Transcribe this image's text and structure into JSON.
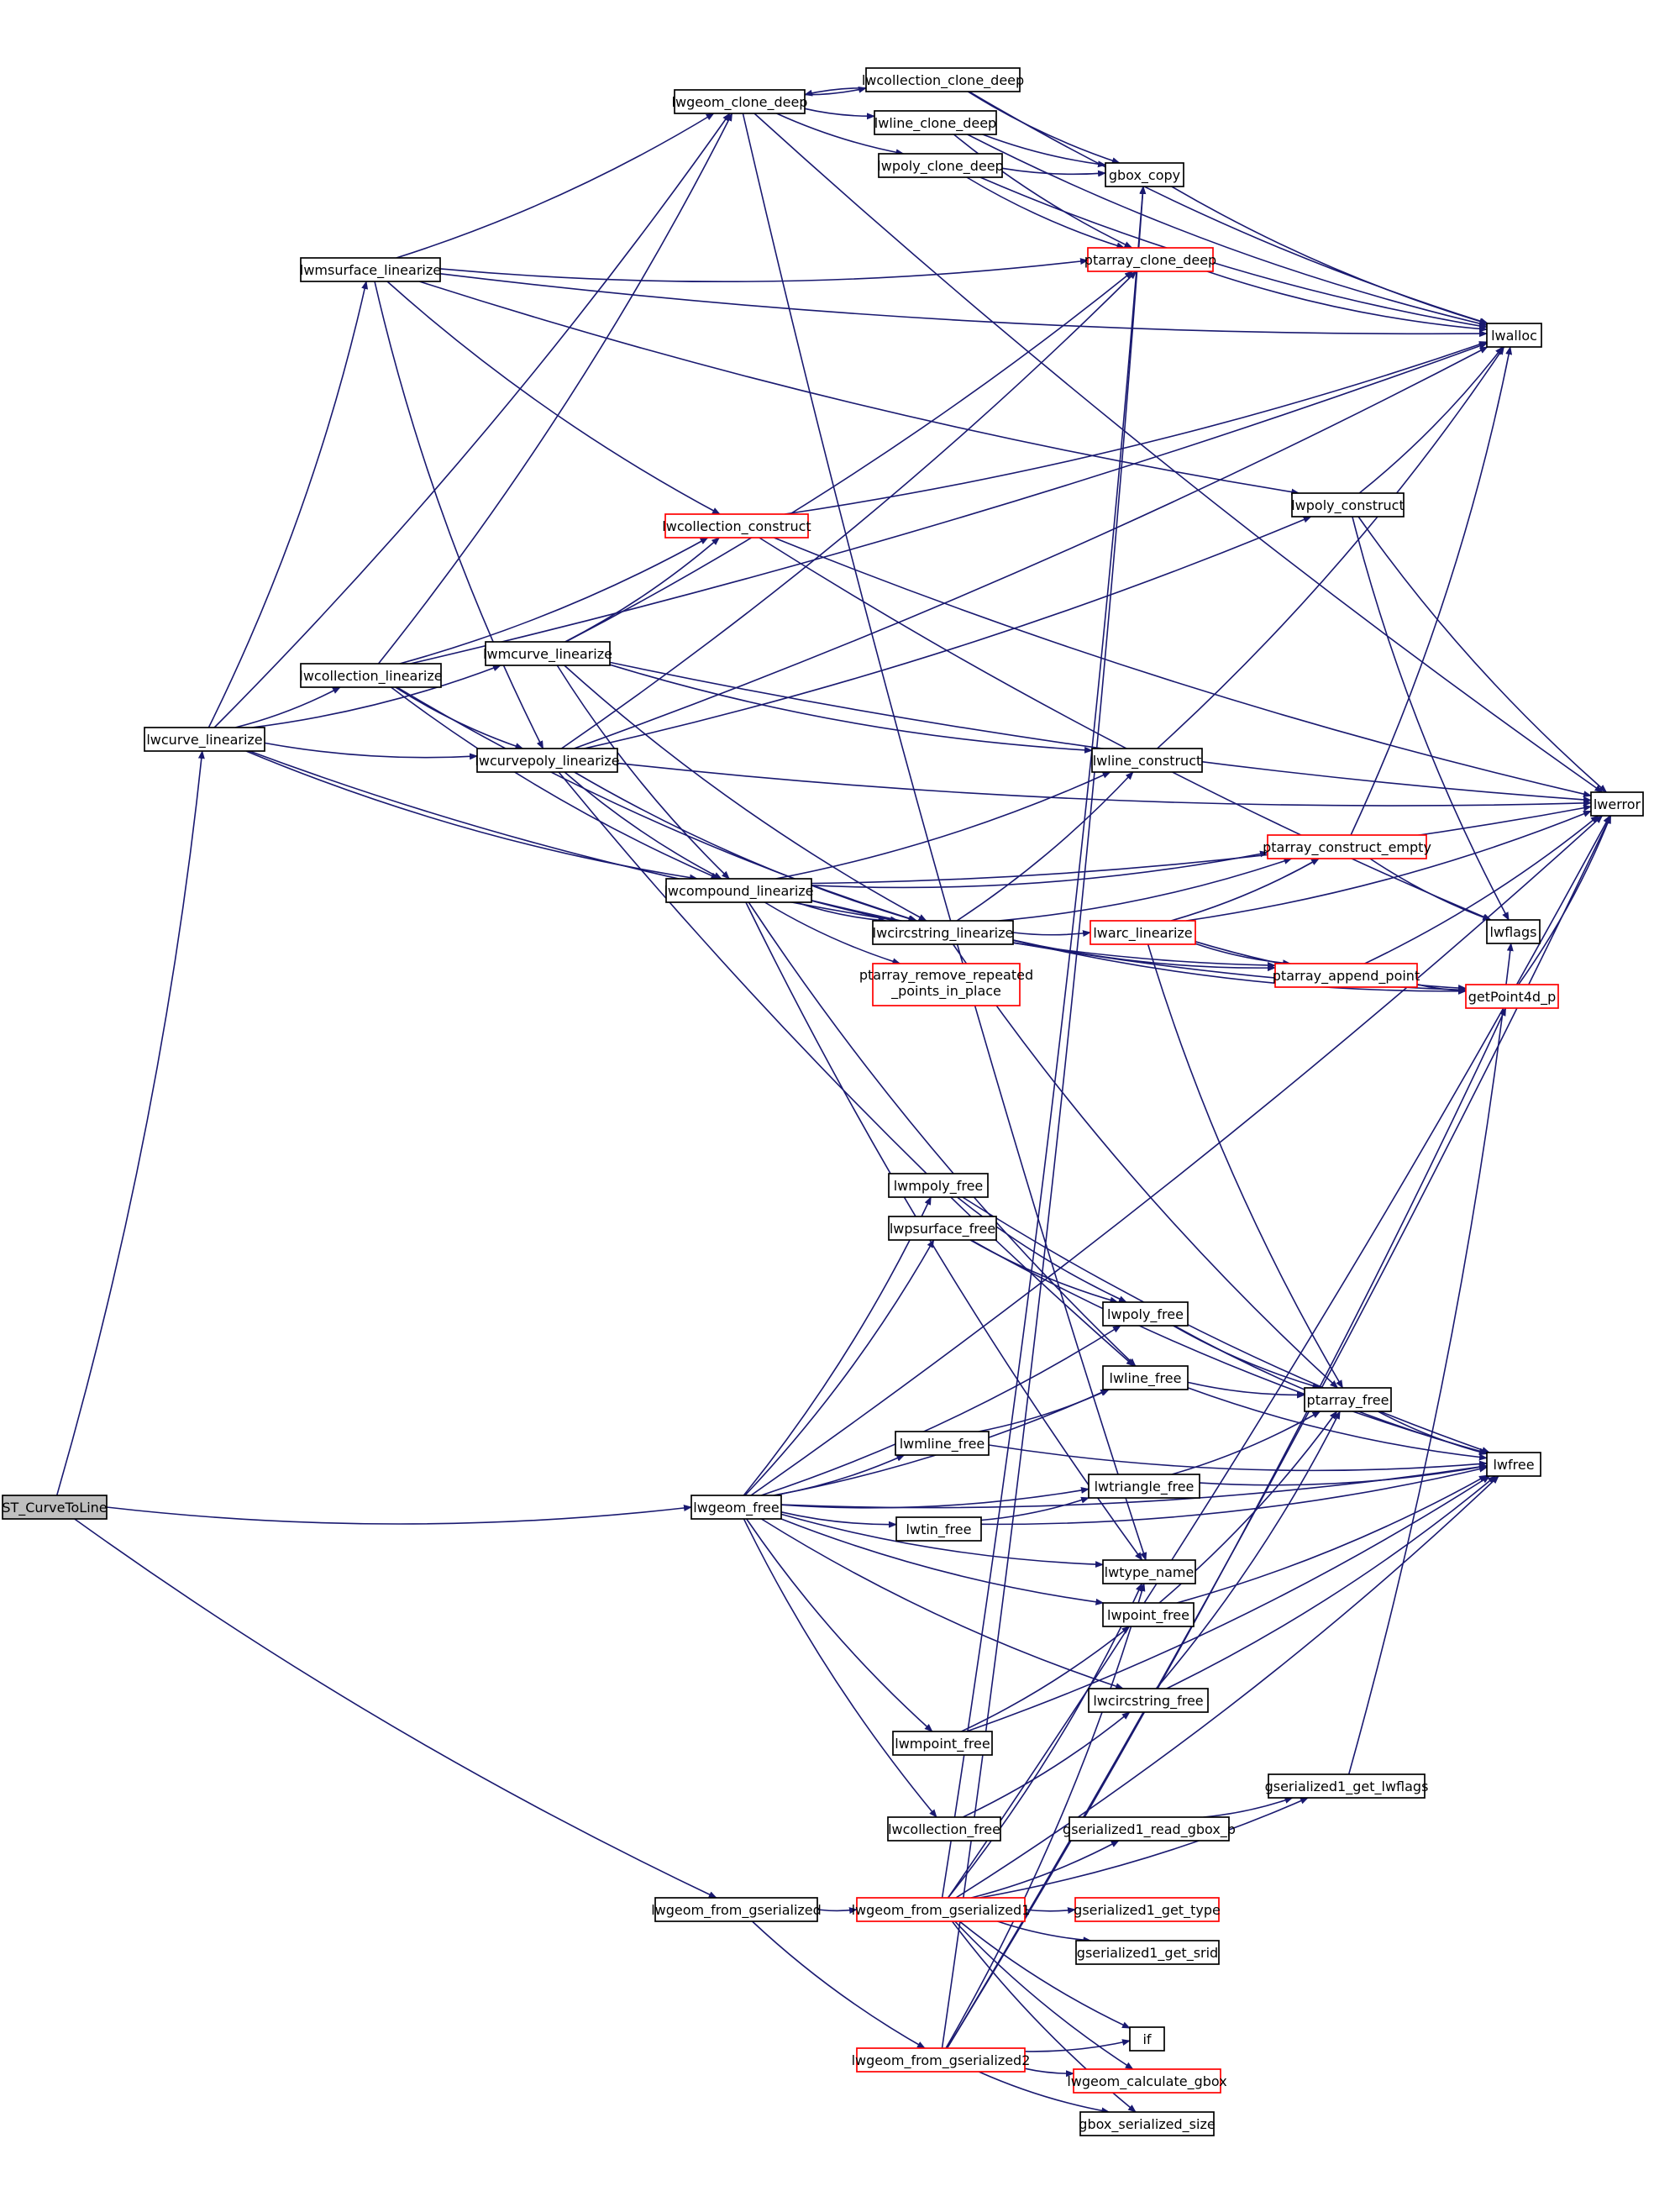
{
  "diagram": {
    "title": "",
    "colors": {
      "edge": "#191970",
      "border_normal": "#000000",
      "border_truncated": "#ff0000",
      "fill_normal": "#ffffff",
      "fill_root": "#bfbfbf",
      "text": "#000000"
    },
    "nodes": [
      {
        "id": "ST_CurveToLine",
        "label": "ST_CurveToLine",
        "style": "root"
      },
      {
        "id": "lwcurve_linearize",
        "label": "lwcurve_linearize",
        "style": "normal"
      },
      {
        "id": "lwgeom_free",
        "label": "lwgeom_free",
        "style": "normal"
      },
      {
        "id": "lwgeom_from_gserialized",
        "label": "lwgeom_from_gserialized",
        "style": "normal"
      },
      {
        "id": "lwmsurface_linearize",
        "label": "lwmsurface_linearize",
        "style": "normal"
      },
      {
        "id": "lwcollection_linearize",
        "label": "lwcollection_linearize",
        "style": "normal"
      },
      {
        "id": "lwmcurve_linearize",
        "label": "lwmcurve_linearize",
        "style": "normal"
      },
      {
        "id": "lwcurvepoly_linearize",
        "label": "lwcurvepoly_linearize",
        "style": "normal"
      },
      {
        "id": "lwcompound_linearize",
        "label": "lwcompound_linearize",
        "style": "normal"
      },
      {
        "id": "lwgeom_clone_deep",
        "label": "lwgeom_clone_deep",
        "style": "normal"
      },
      {
        "id": "lwcollection_clone_deep",
        "label": "lwcollection_clone_deep",
        "style": "normal"
      },
      {
        "id": "lwline_clone_deep",
        "label": "lwline_clone_deep",
        "style": "normal"
      },
      {
        "id": "lwpoly_clone_deep",
        "label": "lwpoly_clone_deep",
        "style": "normal"
      },
      {
        "id": "gbox_copy",
        "label": "gbox_copy",
        "style": "normal"
      },
      {
        "id": "ptarray_clone_deep",
        "label": "ptarray_clone_deep",
        "style": "truncated"
      },
      {
        "id": "lwalloc",
        "label": "lwalloc",
        "style": "normal"
      },
      {
        "id": "lwerror",
        "label": "lwerror",
        "style": "normal"
      },
      {
        "id": "lwpoly_construct",
        "label": "lwpoly_construct",
        "style": "normal"
      },
      {
        "id": "lwcollection_construct",
        "label": "lwcollection_construct",
        "style": "truncated"
      },
      {
        "id": "lwline_construct",
        "label": "lwline_construct",
        "style": "normal"
      },
      {
        "id": "ptarray_construct_empty",
        "label": "ptarray_construct_empty",
        "style": "truncated"
      },
      {
        "id": "lwflags",
        "label": "lwflags",
        "style": "normal"
      },
      {
        "id": "lwcircstring_linearize",
        "label": "lwcircstring_linearize",
        "style": "normal"
      },
      {
        "id": "lwarc_linearize",
        "label": "lwarc_linearize",
        "style": "truncated"
      },
      {
        "id": "ptarray_append_point",
        "label": "ptarray_append_point",
        "style": "truncated"
      },
      {
        "id": "getPoint4d_p",
        "label": "getPoint4d_p",
        "style": "truncated"
      },
      {
        "id": "ptarray_remove_repeated_points_in_place",
        "label": "ptarray_remove_repeated",
        "label2": "_points_in_place",
        "style": "truncated"
      },
      {
        "id": "lwmpoly_free",
        "label": "lwmpoly_free",
        "style": "normal"
      },
      {
        "id": "lwpsurface_free",
        "label": "lwpsurface_free",
        "style": "normal"
      },
      {
        "id": "lwpoly_free",
        "label": "lwpoly_free",
        "style": "normal"
      },
      {
        "id": "lwline_free",
        "label": "lwline_free",
        "style": "normal"
      },
      {
        "id": "ptarray_free",
        "label": "ptarray_free",
        "style": "normal"
      },
      {
        "id": "lwmline_free",
        "label": "lwmline_free",
        "style": "normal"
      },
      {
        "id": "lwfree",
        "label": "lwfree",
        "style": "normal"
      },
      {
        "id": "lwtriangle_free",
        "label": "lwtriangle_free",
        "style": "normal"
      },
      {
        "id": "lwtin_free",
        "label": "lwtin_free",
        "style": "normal"
      },
      {
        "id": "lwtype_name",
        "label": "lwtype_name",
        "style": "normal"
      },
      {
        "id": "lwpoint_free",
        "label": "lwpoint_free",
        "style": "normal"
      },
      {
        "id": "lwcircstring_free",
        "label": "lwcircstring_free",
        "style": "normal"
      },
      {
        "id": "lwmpoint_free",
        "label": "lwmpoint_free",
        "style": "normal"
      },
      {
        "id": "gserialized1_get_lwflags",
        "label": "gserialized1_get_lwflags",
        "style": "normal"
      },
      {
        "id": "gserialized1_read_gbox_p",
        "label": "gserialized1_read_gbox_p",
        "style": "normal"
      },
      {
        "id": "lwcollection_free",
        "label": "lwcollection_free",
        "style": "normal"
      },
      {
        "id": "lwgeom_from_gserialized1",
        "label": "lwgeom_from_gserialized1",
        "style": "truncated"
      },
      {
        "id": "gserialized1_get_type",
        "label": "gserialized1_get_type",
        "style": "truncated"
      },
      {
        "id": "gserialized1_get_srid",
        "label": "gserialized1_get_srid",
        "style": "normal"
      },
      {
        "id": "if",
        "label": "if",
        "style": "normal"
      },
      {
        "id": "lwgeom_from_gserialized2",
        "label": "lwgeom_from_gserialized2",
        "style": "truncated"
      },
      {
        "id": "lwgeom_calculate_gbox",
        "label": "lwgeom_calculate_gbox",
        "style": "truncated"
      },
      {
        "id": "gbox_serialized_size",
        "label": "gbox_serialized_size",
        "style": "normal"
      }
    ],
    "edges": [
      [
        "ST_CurveToLine",
        "lwcurve_linearize"
      ],
      [
        "ST_CurveToLine",
        "lwgeom_free"
      ],
      [
        "ST_CurveToLine",
        "lwgeom_from_gserialized"
      ],
      [
        "lwcurve_linearize",
        "lwmsurface_linearize"
      ],
      [
        "lwcurve_linearize",
        "lwgeom_clone_deep"
      ],
      [
        "lwcurve_linearize",
        "lwcollection_linearize"
      ],
      [
        "lwcurve_linearize",
        "lwmcurve_linearize"
      ],
      [
        "lwcurve_linearize",
        "lwcurvepoly_linearize"
      ],
      [
        "lwcurve_linearize",
        "lwcompound_linearize"
      ],
      [
        "lwcurve_linearize",
        "lwcircstring_linearize"
      ],
      [
        "lwmsurface_linearize",
        "lwgeom_clone_deep"
      ],
      [
        "lwmsurface_linearize",
        "lwalloc"
      ],
      [
        "lwmsurface_linearize",
        "ptarray_clone_deep"
      ],
      [
        "lwmsurface_linearize",
        "lwpoly_construct"
      ],
      [
        "lwmsurface_linearize",
        "lwcollection_construct"
      ],
      [
        "lwmsurface_linearize",
        "lwcurvepoly_linearize"
      ],
      [
        "lwcollection_linearize",
        "lwgeom_clone_deep"
      ],
      [
        "lwcollection_linearize",
        "lwalloc"
      ],
      [
        "lwcollection_linearize",
        "lwcollection_construct"
      ],
      [
        "lwcollection_linearize",
        "lwcurvepoly_linearize"
      ],
      [
        "lwcollection_linearize",
        "lwcompound_linearize"
      ],
      [
        "lwcollection_linearize",
        "lwcircstring_linearize"
      ],
      [
        "lwmcurve_linearize",
        "ptarray_clone_deep"
      ],
      [
        "lwmcurve_linearize",
        "lwcollection_construct"
      ],
      [
        "lwmcurve_linearize",
        "lwerror"
      ],
      [
        "lwmcurve_linearize",
        "lwline_construct"
      ],
      [
        "lwmcurve_linearize",
        "lwcompound_linearize"
      ],
      [
        "lwmcurve_linearize",
        "lwcircstring_linearize"
      ],
      [
        "lwcurvepoly_linearize",
        "lwalloc"
      ],
      [
        "lwcurvepoly_linearize",
        "ptarray_clone_deep"
      ],
      [
        "lwcurvepoly_linearize",
        "lwpoly_construct"
      ],
      [
        "lwcurvepoly_linearize",
        "lwerror"
      ],
      [
        "lwcurvepoly_linearize",
        "lwcompound_linearize"
      ],
      [
        "lwcurvepoly_linearize",
        "lwcircstring_linearize"
      ],
      [
        "lwcurvepoly_linearize",
        "lwline_free"
      ],
      [
        "lwcompound_linearize",
        "lwline_construct"
      ],
      [
        "lwcompound_linearize",
        "lwerror"
      ],
      [
        "lwcompound_linearize",
        "ptarray_construct_empty"
      ],
      [
        "lwcompound_linearize",
        "lwcircstring_linearize"
      ],
      [
        "lwcompound_linearize",
        "ptarray_remove_repeated_points_in_place"
      ],
      [
        "lwcompound_linearize",
        "ptarray_append_point"
      ],
      [
        "lwcompound_linearize",
        "getPoint4d_p"
      ],
      [
        "lwcompound_linearize",
        "lwline_free"
      ],
      [
        "lwcompound_linearize",
        "lwtype_name"
      ],
      [
        "lwgeom_clone_deep",
        "lwcollection_clone_deep"
      ],
      [
        "lwgeom_clone_deep",
        "lwline_clone_deep"
      ],
      [
        "lwgeom_clone_deep",
        "lwpoly_clone_deep"
      ],
      [
        "lwgeom_clone_deep",
        "lwerror"
      ],
      [
        "lwgeom_clone_deep",
        "lwtype_name"
      ],
      [
        "lwcollection_clone_deep",
        "lwgeom_clone_deep"
      ],
      [
        "lwcollection_clone_deep",
        "gbox_copy"
      ],
      [
        "lwcollection_clone_deep",
        "lwalloc"
      ],
      [
        "lwline_clone_deep",
        "gbox_copy"
      ],
      [
        "lwline_clone_deep",
        "ptarray_clone_deep"
      ],
      [
        "lwline_clone_deep",
        "lwalloc"
      ],
      [
        "lwpoly_clone_deep",
        "gbox_copy"
      ],
      [
        "lwpoly_clone_deep",
        "ptarray_clone_deep"
      ],
      [
        "lwpoly_clone_deep",
        "lwalloc"
      ],
      [
        "gbox_copy",
        "lwalloc"
      ],
      [
        "ptarray_clone_deep",
        "lwalloc"
      ],
      [
        "lwpoly_construct",
        "lwalloc"
      ],
      [
        "lwpoly_construct",
        "lwerror"
      ],
      [
        "lwpoly_construct",
        "lwflags"
      ],
      [
        "lwcollection_construct",
        "lwalloc"
      ],
      [
        "lwcollection_construct",
        "lwerror"
      ],
      [
        "lwcollection_construct",
        "lwflags"
      ],
      [
        "lwline_construct",
        "lwalloc"
      ],
      [
        "ptarray_construct_empty",
        "lwalloc"
      ],
      [
        "ptarray_construct_empty",
        "lwflags"
      ],
      [
        "lwcircstring_linearize",
        "lwline_construct"
      ],
      [
        "lwcircstring_linearize",
        "ptarray_construct_empty"
      ],
      [
        "lwcircstring_linearize",
        "lwarc_linearize"
      ],
      [
        "lwcircstring_linearize",
        "ptarray_append_point"
      ],
      [
        "lwcircstring_linearize",
        "getPoint4d_p"
      ],
      [
        "lwcircstring_linearize",
        "ptarray_free"
      ],
      [
        "lwarc_linearize",
        "ptarray_construct_empty"
      ],
      [
        "lwarc_linearize",
        "lwerror"
      ],
      [
        "lwarc_linearize",
        "ptarray_append_point"
      ],
      [
        "lwarc_linearize",
        "getPoint4d_p"
      ],
      [
        "lwarc_linearize",
        "ptarray_free"
      ],
      [
        "ptarray_append_point",
        "lwerror"
      ],
      [
        "ptarray_append_point",
        "getPoint4d_p"
      ],
      [
        "getPoint4d_p",
        "lwerror"
      ],
      [
        "lwgeom_free",
        "lwmpoly_free"
      ],
      [
        "lwgeom_free",
        "lwpsurface_free"
      ],
      [
        "lwgeom_free",
        "lwpoly_free"
      ],
      [
        "lwgeom_free",
        "lwline_free"
      ],
      [
        "lwgeom_free",
        "lwmline_free"
      ],
      [
        "lwgeom_free",
        "lwtriangle_free"
      ],
      [
        "lwgeom_free",
        "lwtin_free"
      ],
      [
        "lwgeom_free",
        "lwtype_name"
      ],
      [
        "lwgeom_free",
        "lwpoint_free"
      ],
      [
        "lwgeom_free",
        "lwmpoint_free"
      ],
      [
        "lwgeom_free",
        "lwcollection_free"
      ],
      [
        "lwgeom_free",
        "lwcircstring_free"
      ],
      [
        "lwgeom_free",
        "lwfree"
      ],
      [
        "lwgeom_free",
        "lwerror"
      ],
      [
        "lwmpoly_free",
        "lwpoly_free"
      ],
      [
        "lwmpoly_free",
        "lwfree"
      ],
      [
        "lwpsurface_free",
        "lwpoly_free"
      ],
      [
        "lwpsurface_free",
        "lwfree"
      ],
      [
        "lwpoly_free",
        "ptarray_free"
      ],
      [
        "lwpoly_free",
        "lwfree"
      ],
      [
        "lwline_free",
        "ptarray_free"
      ],
      [
        "lwline_free",
        "lwfree"
      ],
      [
        "ptarray_free",
        "lwfree"
      ],
      [
        "lwmline_free",
        "lwline_free"
      ],
      [
        "lwmline_free",
        "lwfree"
      ],
      [
        "lwtriangle_free",
        "ptarray_free"
      ],
      [
        "lwtriangle_free",
        "lwfree"
      ],
      [
        "lwtin_free",
        "lwtriangle_free"
      ],
      [
        "lwtin_free",
        "lwfree"
      ],
      [
        "lwpoint_free",
        "ptarray_free"
      ],
      [
        "lwpoint_free",
        "lwfree"
      ],
      [
        "lwcircstring_free",
        "ptarray_free"
      ],
      [
        "lwcircstring_free",
        "lwfree"
      ],
      [
        "lwmpoint_free",
        "lwpoint_free"
      ],
      [
        "lwmpoint_free",
        "lwfree"
      ],
      [
        "lwcollection_free",
        "lwcircstring_free"
      ],
      [
        "gserialized1_get_lwflags",
        "lwflags"
      ],
      [
        "gserialized1_read_gbox_p",
        "gserialized1_get_lwflags"
      ],
      [
        "lwgeom_from_gserialized",
        "lwgeom_from_gserialized1"
      ],
      [
        "lwgeom_from_gserialized",
        "lwgeom_from_gserialized2"
      ],
      [
        "lwgeom_from_gserialized1",
        "gserialized1_get_type"
      ],
      [
        "lwgeom_from_gserialized1",
        "gserialized1_get_srid"
      ],
      [
        "lwgeom_from_gserialized1",
        "gserialized1_read_gbox_p"
      ],
      [
        "lwgeom_from_gserialized1",
        "gserialized1_get_lwflags"
      ],
      [
        "lwgeom_from_gserialized1",
        "if"
      ],
      [
        "lwgeom_from_gserialized1",
        "lwgeom_calculate_gbox"
      ],
      [
        "lwgeom_from_gserialized1",
        "gbox_serialized_size"
      ],
      [
        "lwgeom_from_gserialized1",
        "gbox_copy"
      ],
      [
        "lwgeom_from_gserialized1",
        "lwtype_name"
      ],
      [
        "lwgeom_from_gserialized1",
        "lwerror"
      ],
      [
        "lwgeom_from_gserialized1",
        "lwfree"
      ],
      [
        "lwgeom_from_gserialized2",
        "if"
      ],
      [
        "lwgeom_from_gserialized2",
        "lwgeom_calculate_gbox"
      ],
      [
        "lwgeom_from_gserialized2",
        "gbox_serialized_size"
      ],
      [
        "lwgeom_from_gserialized2",
        "gbox_copy"
      ],
      [
        "lwgeom_from_gserialized2",
        "lwtype_name"
      ],
      [
        "lwgeom_from_gserialized2",
        "lwerror"
      ],
      [
        "lwgeom_from_gserialized2",
        "getPoint4d_p"
      ]
    ]
  }
}
